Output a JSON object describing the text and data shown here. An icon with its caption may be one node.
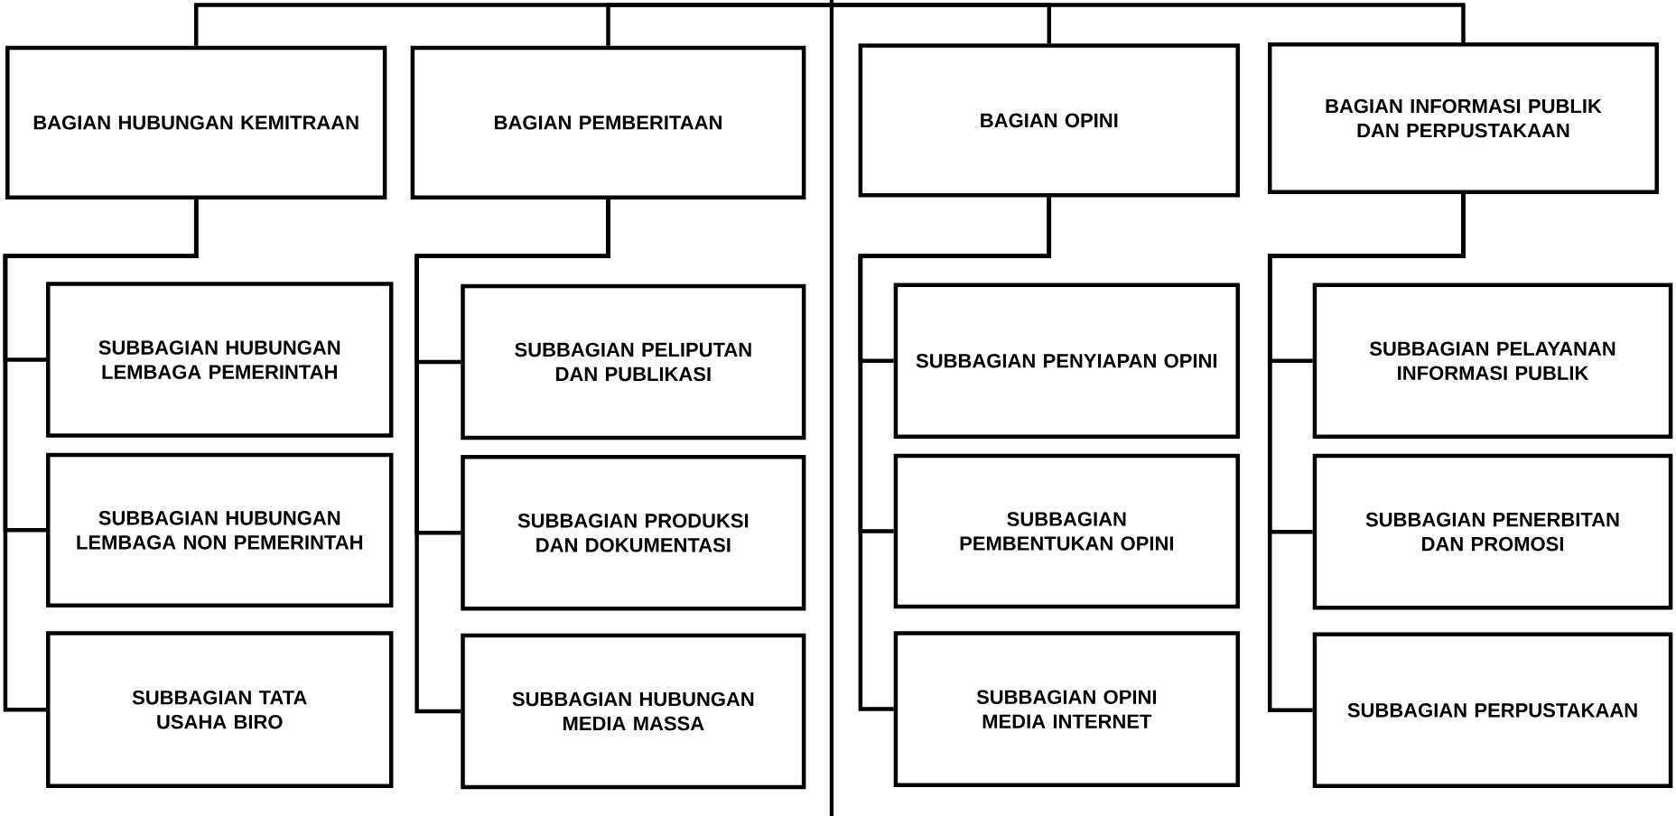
{
  "diagram": {
    "nodes": [
      {
        "text": [
          "BAGIAN HUBUNGAN KEMITRAAN"
        ]
      },
      {
        "text": [
          "BAGIAN PEMBERITAAN"
        ]
      },
      {
        "text": [
          "BAGIAN OPINI"
        ]
      },
      {
        "text": [
          "BAGIAN INFORMASI PUBLIK DAN PERPUSTAKAAN"
        ]
      },
      {
        "text": [
          "SUBBAGIAN HUBUNGAN LEMBAGA PEMERINTAH"
        ]
      },
      {
        "text": [
          "SUBBAGIAN HUBUNGAN LEMBAGA NON PEMERINTAH"
        ]
      },
      {
        "text": [
          "SUBBAGIAN TATA USAHA BIRO"
        ]
      },
      {
        "text": [
          "SUBBAGIAN PELIPUTAN DAN PUBLIKASI"
        ]
      },
      {
        "text": [
          "SUBBAGIAN PRODUKSI DAN DOKUMENTASI"
        ]
      },
      {
        "text": [
          "SUBBAGIAN HUBUNGAN MEDIA MASSA"
        ]
      },
      {
        "text": [
          "SUBBAGIAN PENYIAPAN OPINI"
        ]
      },
      {
        "text": [
          "SUBBAGIAN PEMBENTUKAN OPINI"
        ]
      },
      {
        "text": [
          "SUBBAGIAN OPINI MEDIA INTERNET"
        ]
      },
      {
        "text": [
          "SUBBAGIAN PELAYANAN INFORMASI PUBLIK"
        ]
      },
      {
        "text": [
          "SUBBAGIAN PENERBITAN DAN PROMOSI"
        ]
      },
      {
        "text": [
          "SUBBAGIAN PERPUSTAKAAN"
        ]
      }
    ],
    "edges": [
      {
        "from": null,
        "to": 0,
        "arrow": "none"
      },
      {
        "from": null,
        "to": 1,
        "arrow": "none"
      },
      {
        "from": null,
        "to": 2,
        "arrow": "none"
      },
      {
        "from": null,
        "to": 3,
        "arrow": "none"
      },
      {
        "from": 0,
        "to": 4,
        "arrow": "none"
      },
      {
        "from": 0,
        "to": 5,
        "arrow": "none"
      },
      {
        "from": 0,
        "to": 6,
        "arrow": "none"
      },
      {
        "from": 1,
        "to": 7,
        "arrow": "none"
      },
      {
        "from": 1,
        "to": 8,
        "arrow": "none"
      },
      {
        "from": 1,
        "to": 9,
        "arrow": "none"
      },
      {
        "from": 2,
        "to": 10,
        "arrow": "none"
      },
      {
        "from": 2,
        "to": 11,
        "arrow": "none"
      },
      {
        "from": 2,
        "to": 12,
        "arrow": "none"
      },
      {
        "from": 3,
        "to": 13,
        "arrow": "none"
      },
      {
        "from": 3,
        "to": 14,
        "arrow": "none"
      },
      {
        "from": 3,
        "to": 15,
        "arrow": "none"
      }
    ]
  }
}
